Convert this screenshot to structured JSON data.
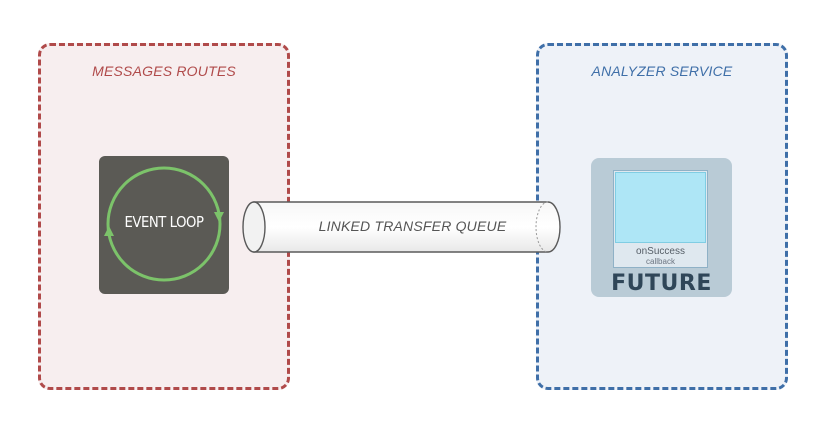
{
  "zones": {
    "left": {
      "title": "MESSAGES ROUTES"
    },
    "right": {
      "title": "ANALYZER SERVICE"
    }
  },
  "event_loop": {
    "label": "EVENT LOOP"
  },
  "queue": {
    "label": "LINKED TRANSFER QUEUE"
  },
  "future": {
    "method": "onSuccess",
    "subtitle": "callback",
    "title": "FUTURE"
  },
  "colors": {
    "left_zone_accent": "#b04a4a",
    "right_zone_accent": "#3f6fa8",
    "loop_green": "#7cc36a",
    "future_dark": "#2f4658"
  }
}
